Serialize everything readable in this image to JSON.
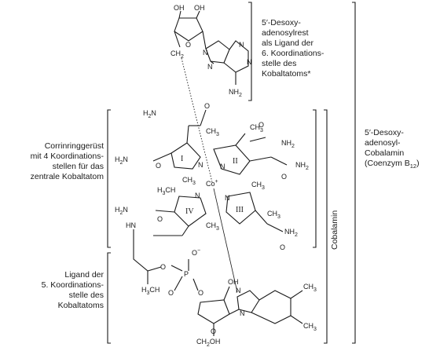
{
  "labels": {
    "deoxyadenosyl_ligand": [
      "5′-Desoxy-",
      "adenosylrest",
      "als Ligand der",
      "6. Koordinations-",
      "stelle des",
      "Kobaltatoms*"
    ],
    "coenzyme": [
      "5′-Desoxy-",
      "adenosyl-",
      "Cobalamin",
      "(Coenzym B",
      "12",
      ")"
    ],
    "corrin": [
      "Corrinringgerüst",
      "mit 4 Koordinations-",
      "stellen für das",
      "zentrale Kobaltatom"
    ],
    "ligand5": [
      "Ligand der",
      "5. Koordinations-",
      "stelle des",
      "Kobaltatoms"
    ],
    "cobalamin": "Cobalamin"
  },
  "atoms": {
    "oh": "OH",
    "ch2": "CH",
    "sub2": "2",
    "n": "N",
    "o": "O",
    "nh2": "NH",
    "h2n": "H",
    "ch3": "CH",
    "sub3": "3",
    "h3c": "H",
    "hn": "HN",
    "p": "P",
    "co": "Co",
    "plus": "+",
    "minus": "−",
    "ring_i": "I",
    "ring_ii": "II",
    "ring_iii": "III",
    "ring_iv": "IV"
  }
}
